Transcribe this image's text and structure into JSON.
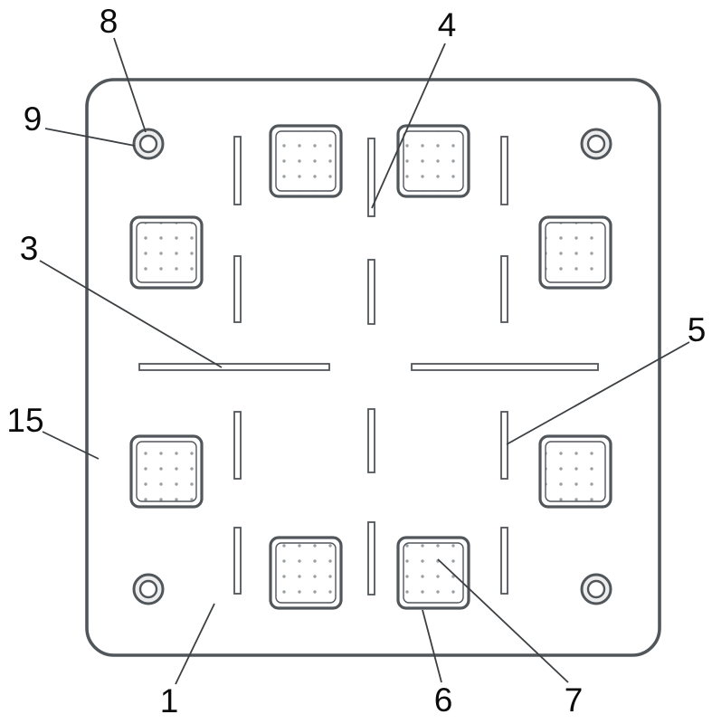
{
  "figure": {
    "kind": "patent-style technical drawing, plan view of square plate",
    "colors": {
      "bg": "#ffffff",
      "line": "#51565b",
      "leader": "#3c4043",
      "label": "#0a0a0a",
      "dot": "#9aa0a5"
    }
  },
  "labels": [
    {
      "text": "8",
      "points_to": "top-left corner hole"
    },
    {
      "text": "9",
      "points_to": "top-left corner hole rim"
    },
    {
      "text": "4",
      "points_to": "upper central vertical slot"
    },
    {
      "text": "3",
      "points_to": "left horizontal slot"
    },
    {
      "text": "5",
      "points_to": "lower right vertical slot"
    },
    {
      "text": "15",
      "points_to": "plate outer edge"
    },
    {
      "text": "1",
      "points_to": "plate body"
    },
    {
      "text": "6",
      "points_to": "bottom pad outer frame"
    },
    {
      "text": "7",
      "points_to": "bottom pad dotted surface"
    }
  ]
}
